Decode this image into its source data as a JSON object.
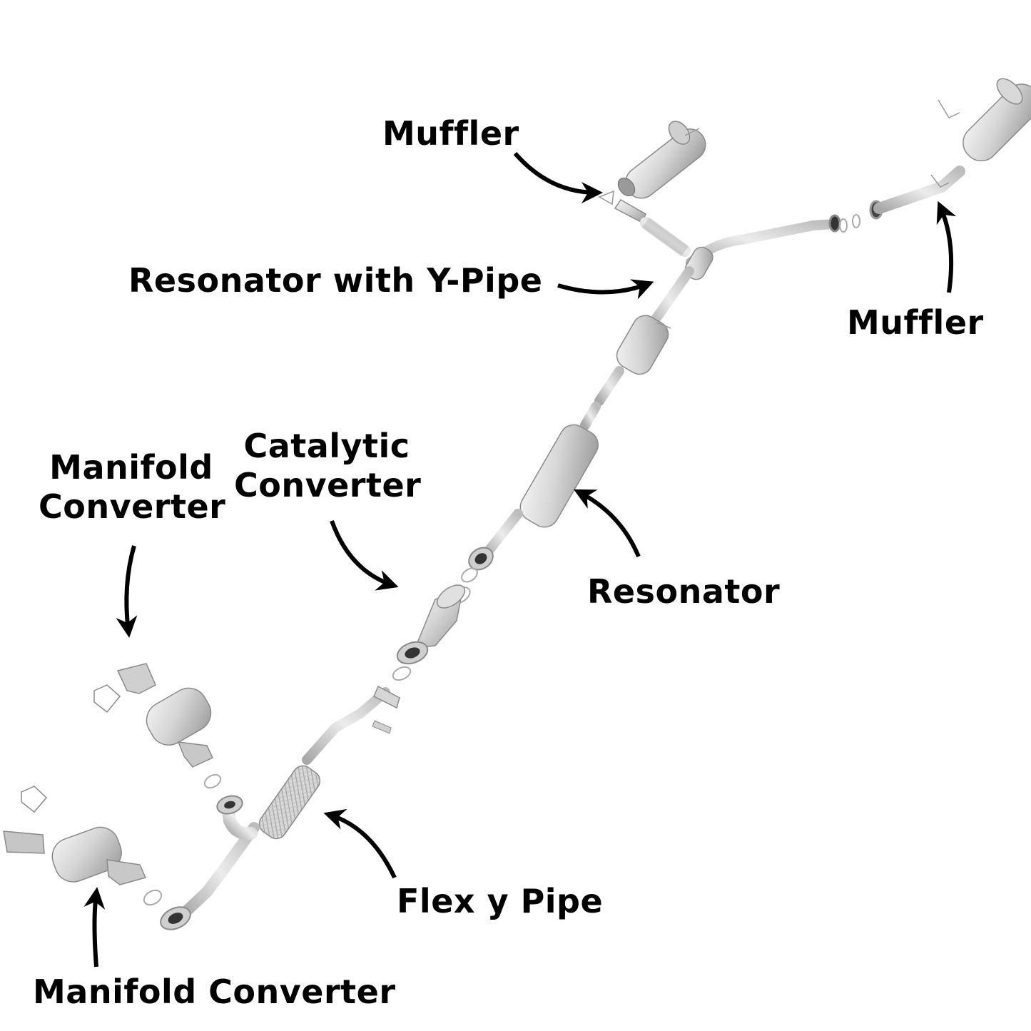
{
  "labels": {
    "muffler_left": "Muffler",
    "resonator_y_pipe": "Resonator with Y-Pipe",
    "muffler_right": "Muffler",
    "manifold_converter_upper_line1": "Manifold",
    "manifold_converter_upper_line2": "Converter",
    "catalytic_converter_line1": "Catalytic",
    "catalytic_converter_line2": "Converter",
    "resonator": "Resonator",
    "flex_y_pipe": "Flex y Pipe",
    "manifold_converter_lower": "Manifold Converter"
  },
  "colors": {
    "background": "#ffffff",
    "text": "#000000",
    "metal_light": "#e6e6e6",
    "metal_mid": "#bdbdbd",
    "metal_dark": "#8a8a8a",
    "arrow": "#000000"
  }
}
